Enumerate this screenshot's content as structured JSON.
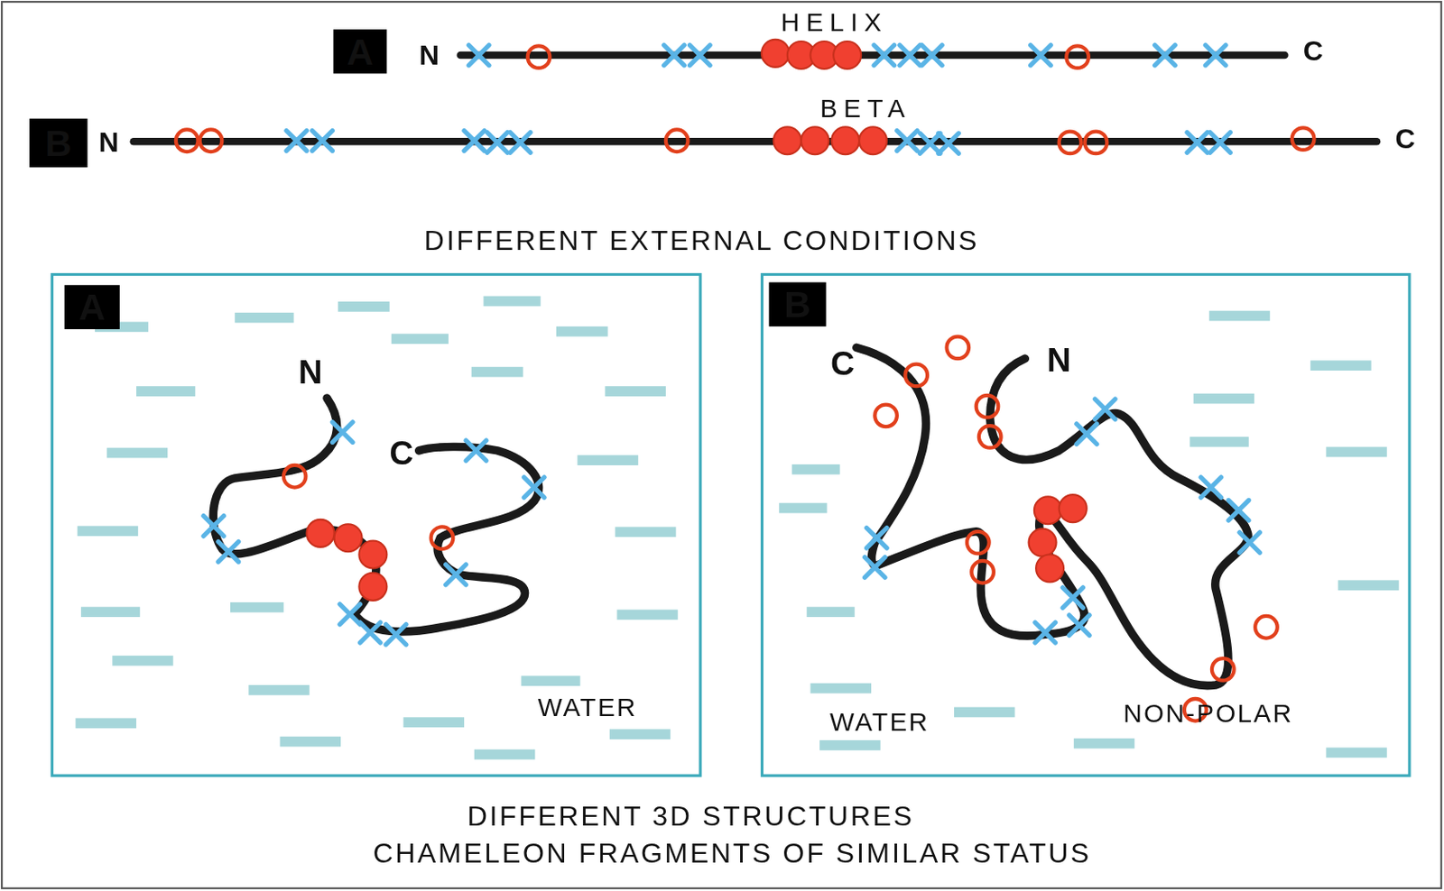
{
  "diagram": {
    "nodes": [
      {
        "text": [
          "A"
        ]
      },
      {
        "text": [
          "B"
        ]
      },
      {
        "text": [
          "WATER"
        ]
      },
      {
        "text": [
          "A"
        ],
        "in": 2
      },
      {
        "text": [
          "WATER",
          "NON-POLAR"
        ]
      },
      {
        "text": [
          "B"
        ],
        "in": 4
      }
    ],
    "labels": [
      "N",
      "HELIX",
      "C",
      "N",
      "BETA",
      "C",
      "DIFFERENT EXTERNAL CONDITIONS",
      "N",
      "C",
      "C",
      "N",
      "DIFFERENT 3D STRUCTURES",
      "CHAMELEON FRAGMENTS OF SIMILAR STATUS"
    ]
  }
}
